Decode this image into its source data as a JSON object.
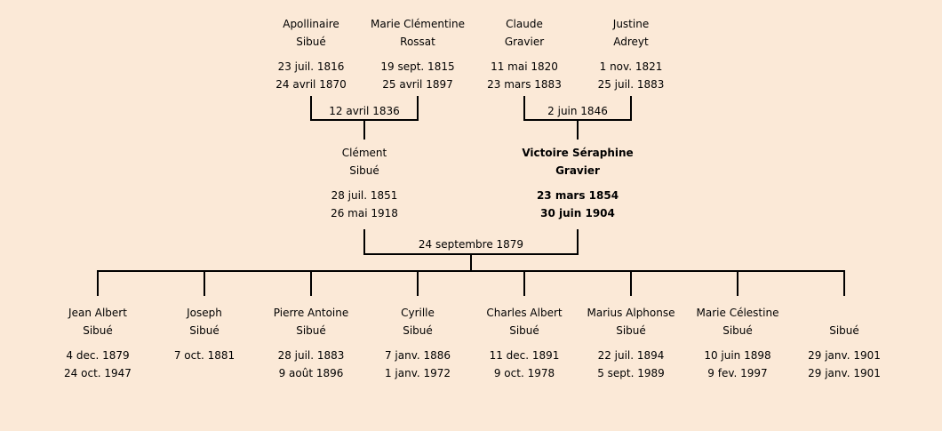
{
  "grandparents": [
    {
      "first": "Apollinaire",
      "last": "Sibué",
      "birth": "23 juil. 1816",
      "death": "24 avril 1870"
    },
    {
      "first": "Marie Clémentine",
      "last": "Rossat",
      "birth": "19 sept. 1815",
      "death": "25 avril 1897"
    },
    {
      "first": "Claude",
      "last": "Gravier",
      "birth": "11 mai 1820",
      "death": "23 mars 1883"
    },
    {
      "first": "Justine",
      "last": "Adreyt",
      "birth": "1 nov. 1821",
      "death": "25 juil. 1883"
    }
  ],
  "grandparent_marriages": [
    "12 avril 1836",
    "2 juin 1846"
  ],
  "parents": [
    {
      "first": "Clément",
      "last": "Sibué",
      "birth": "28 juil. 1851",
      "death": "26 mai 1918"
    },
    {
      "first": "Victoire Séraphine",
      "last": "Gravier",
      "birth": "23 mars 1854",
      "death": "30 juin 1904",
      "highlighted": true
    }
  ],
  "parent_marriage": "24 septembre 1879",
  "children": [
    {
      "first": "Jean Albert",
      "last": "Sibué",
      "birth": "4 dec. 1879",
      "death": "24 oct. 1947"
    },
    {
      "first": "Joseph",
      "last": "Sibué",
      "birth": "7 oct. 1881",
      "death": ""
    },
    {
      "first": "Pierre Antoine",
      "last": "Sibué",
      "birth": "28 juil. 1883",
      "death": "9 août 1896"
    },
    {
      "first": "Cyrille",
      "last": "Sibué",
      "birth": "7 janv. 1886",
      "death": "1 janv. 1972"
    },
    {
      "first": "Charles Albert",
      "last": "Sibué",
      "birth": "11 dec. 1891",
      "death": "9 oct. 1978"
    },
    {
      "first": "Marius Alphonse",
      "last": "Sibué",
      "birth": "22 juil. 1894",
      "death": "5 sept. 1989"
    },
    {
      "first": "Marie Célestine",
      "last": "Sibué",
      "birth": "10 juin 1898",
      "death": "9 fev. 1997"
    },
    {
      "first": "",
      "last": "Sibué",
      "birth": "29 janv. 1901",
      "death": "29 janv. 1901"
    }
  ]
}
